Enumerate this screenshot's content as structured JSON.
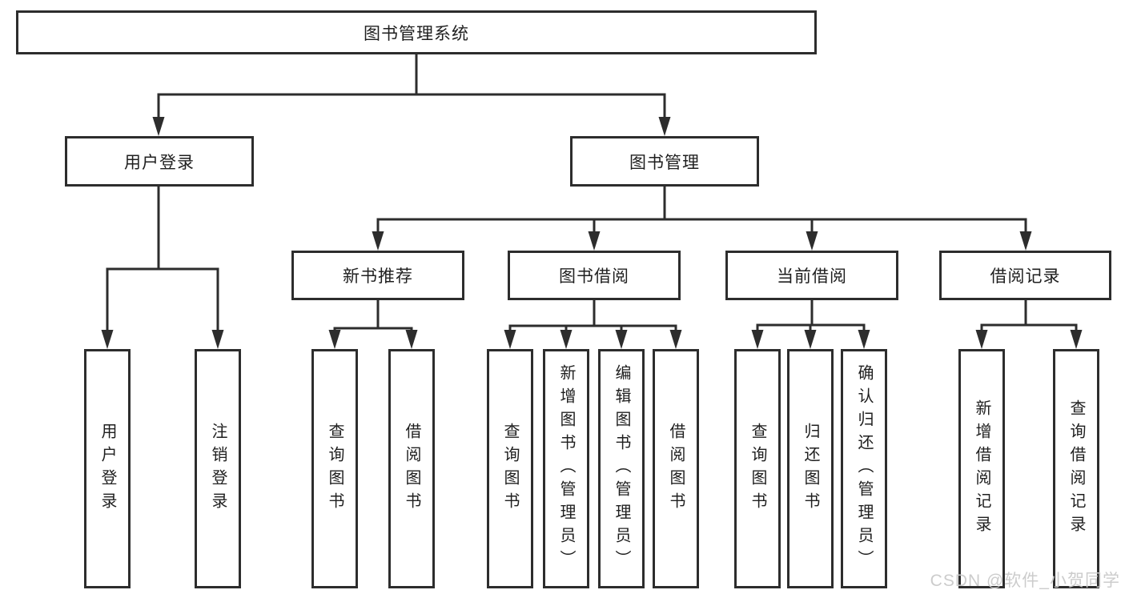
{
  "diagram_type": "hierarchy-tree",
  "tree": {
    "label": "图书管理系统",
    "children": [
      {
        "id": "user-login",
        "label": "用户登录",
        "children": [
          {
            "id": "login",
            "label": "用户登录"
          },
          {
            "id": "logout",
            "label": "注销登录"
          }
        ]
      },
      {
        "id": "book-management",
        "label": "图书管理",
        "children": [
          {
            "id": "new-book-recommend",
            "label": "新书推荐",
            "children": [
              {
                "id": "query-books",
                "label": "查询图书"
              },
              {
                "id": "borrow-books",
                "label": "借阅图书"
              }
            ]
          },
          {
            "id": "book-borrowing",
            "label": "图书借阅",
            "children": [
              {
                "id": "query-books",
                "label": "查询图书"
              },
              {
                "id": "add-books-admin",
                "label": "新增图书（管理员）"
              },
              {
                "id": "edit-books-admin",
                "label": "编辑图书（管理员）"
              },
              {
                "id": "borrow-books",
                "label": "借阅图书"
              }
            ]
          },
          {
            "id": "current-borrowing",
            "label": "当前借阅",
            "children": [
              {
                "id": "query-books",
                "label": "查询图书"
              },
              {
                "id": "return-books",
                "label": "归还图书"
              },
              {
                "id": "confirm-return-admin",
                "label": "确认归还（管理员）"
              }
            ]
          },
          {
            "id": "borrowing-records",
            "label": "借阅记录",
            "children": [
              {
                "id": "add-borrow-record",
                "label": "新增借阅记录"
              },
              {
                "id": "query-borrow-record",
                "label": "查询借阅记录"
              }
            ]
          }
        ]
      }
    ]
  },
  "watermark": {
    "text": "CSDN @软件_小贺同学"
  },
  "colors": {
    "line": "#2d2d2d",
    "box_background": "#ffffff",
    "text": "#1f1f1f",
    "watermark": "#c9c9c9"
  }
}
